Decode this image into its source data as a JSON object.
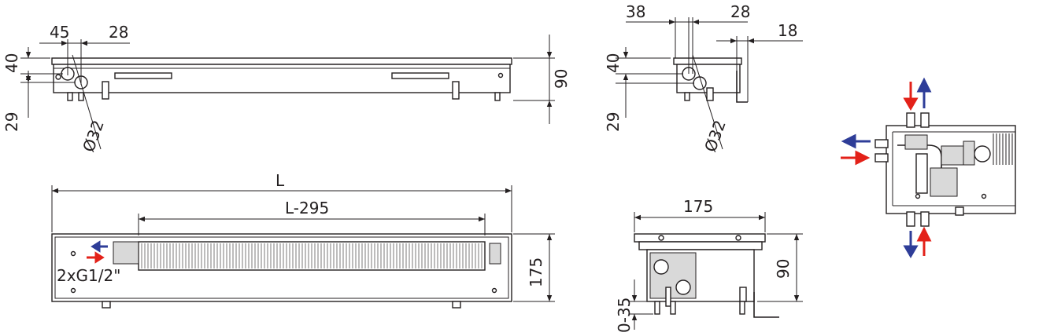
{
  "side_view": {
    "dim_top_left": "45",
    "dim_top_right": "28",
    "dim_left_upper": "40",
    "dim_left_lower": "29",
    "dim_height": "90",
    "dim_pipe": "Ø32"
  },
  "end_view": {
    "dim_top_left": "38",
    "dim_top_right": "28",
    "dim_right": "18",
    "dim_left_upper": "40",
    "dim_left_lower": "29",
    "dim_pipe": "Ø32"
  },
  "top_view": {
    "dim_length": "L",
    "dim_inner": "L-295",
    "dim_width": "175",
    "connection_label": "2xG1/2\""
  },
  "cross_section": {
    "dim_width": "175",
    "dim_height": "90",
    "dim_feet": "0-35"
  },
  "colors": {
    "supply_arrow": "#e32119",
    "return_arrow": "#2e3d98",
    "line": "#231f20"
  }
}
